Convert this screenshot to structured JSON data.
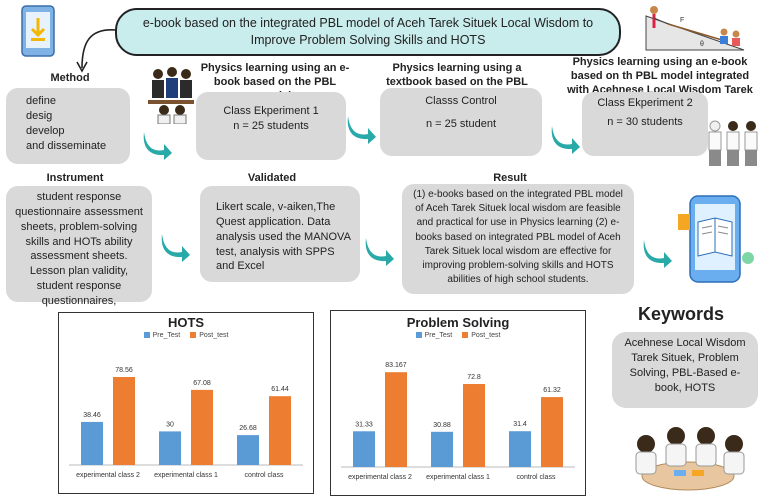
{
  "title": "e-book based on the integrated PBL model of Aceh Tarek Situek Local Wisdom to Improve Problem Solving Skills and HOTS",
  "method": {
    "heading": "Method",
    "steps": [
      "define",
      "desig",
      "develop",
      "and disseminate"
    ]
  },
  "groups": [
    {
      "heading": "Physics learning using an e-book based on the PBL model",
      "name": "Class Ekperiment 1",
      "n": "n = 25 students"
    },
    {
      "heading": "Physics learning using a textbook based on the PBL model",
      "name": "Classs Control",
      "n": "n = 25  student"
    },
    {
      "heading": "Physics learning using an e-book based on th PBL model integrated with Acehnese Local Wisdom Tarek Situek",
      "name": "Class Ekperiment 2",
      "n": "n = 30 students"
    }
  ],
  "instrument": {
    "heading": "Instrument",
    "text": "student response questionnaire assessment sheets, problem-solving skills and HOTs ability assessment sheets. Lesson plan validity, student response questionnaires,"
  },
  "validated": {
    "heading": "Validated",
    "text": "Likert scale, v-aiken,The Quest application. Data analysis used the MANOVA test,  analysis with SPPS and Excel"
  },
  "result": {
    "heading": "Result",
    "text": "(1) e-books based on the integrated PBL model of Aceh Tarek Situek local wisdom are feasible and practical for use in Physics learning (2) e-books based on integrated PBL model of Aceh Tarek Situek local wisdom are effective for improving problem-solving skills and HOTS abilities of high school students."
  },
  "keywords": {
    "heading": "Keywords",
    "text": "Acehnese Local Wisdom Tarek Situek, Problem Solving, PBL-Based e-book, HOTS"
  },
  "colors": {
    "pre": "#5b9bd5",
    "post": "#ed7d31",
    "title_bg": "#c9ecec",
    "box_bg": "#d9d9d9",
    "arrow": "#2aa9a9"
  },
  "chart_data": [
    {
      "type": "bar",
      "title": "HOTS",
      "categories": [
        "experimental class 2",
        "experimental class 1",
        "control class"
      ],
      "series": [
        {
          "name": "Pre_Test",
          "values": [
            38.46,
            30,
            26.68
          ],
          "labels": [
            "38.46",
            "30",
            "26.68"
          ]
        },
        {
          "name": "Post_test",
          "values": [
            78.56,
            67.08,
            61.44
          ],
          "labels": [
            "78.56",
            "67.08",
            "61.44"
          ]
        }
      ],
      "ylim": [
        0,
        100
      ],
      "grid": false,
      "legend": "top"
    },
    {
      "type": "bar",
      "title": "Problem Solving",
      "categories": [
        "experimental class 2",
        "experimental class 1",
        "control class"
      ],
      "series": [
        {
          "name": "Pre_Test",
          "values": [
            31.33,
            30.88,
            31.4
          ],
          "labels": [
            "31.33",
            "30.88",
            "31.4"
          ]
        },
        {
          "name": "Post_test",
          "values": [
            83.167,
            72.8,
            61.32
          ],
          "labels": [
            "83.167",
            "72.8",
            "61.32"
          ]
        }
      ],
      "ylim": [
        0,
        100
      ],
      "grid": false,
      "legend": "top"
    }
  ]
}
